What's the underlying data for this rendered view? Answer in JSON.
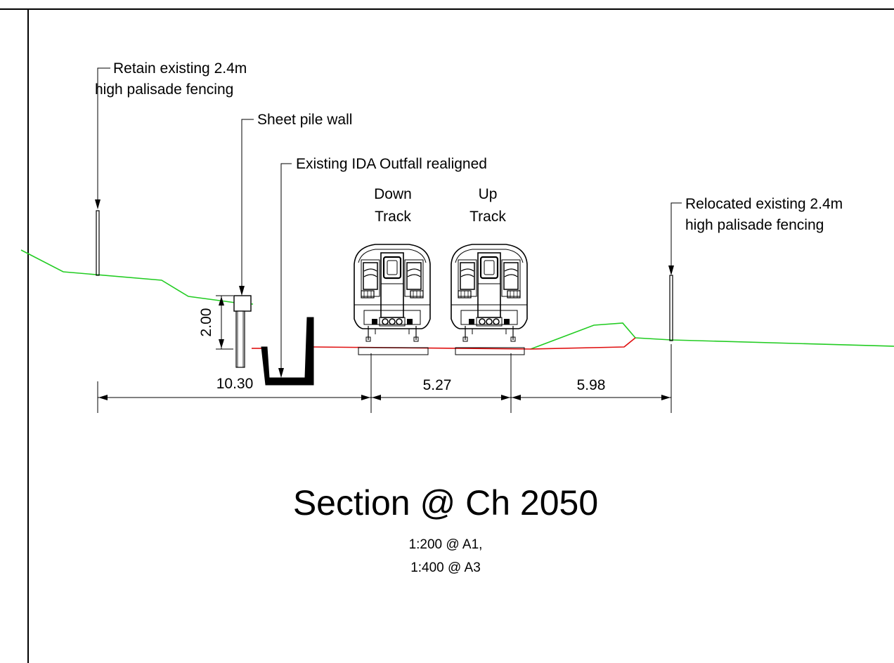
{
  "drawing": {
    "title": "Section @ Ch 2050",
    "scale_a1": "1:200 @ A1,",
    "scale_a3": "1:400 @ A3"
  },
  "annotations": {
    "retain_fence_line1": "Retain existing 2.4m",
    "retain_fence_line2": "high palisade fencing",
    "sheet_pile": "Sheet pile wall",
    "outfall": "Existing IDA Outfall realigned",
    "relocated_fence_line1": "Relocated existing 2.4m",
    "relocated_fence_line2": "high palisade fencing"
  },
  "tracks": {
    "down_line1": "Down",
    "down_line2": "Track",
    "up_line1": "Up",
    "up_line2": "Track"
  },
  "dimensions": {
    "wall_height": "2.00",
    "left_offset": "10.30",
    "track_spacing": "5.27",
    "right_offset": "5.98"
  },
  "colors": {
    "existing_ground": "#22cc22",
    "proposed_ground": "#e01010",
    "linework": "#000000"
  }
}
